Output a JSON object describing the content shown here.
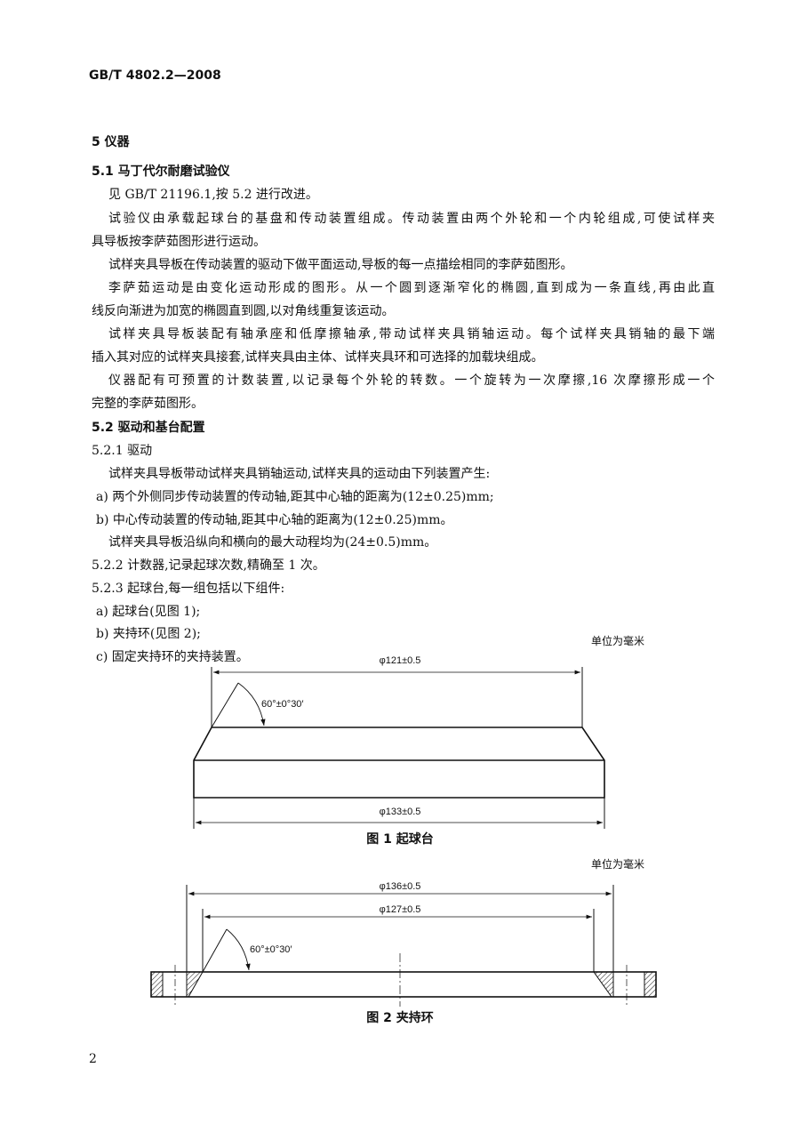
{
  "header": "GB/T 4802.2—2008",
  "section5": "5  仪器",
  "s51": "5.1  马丁代尔耐磨试验仪",
  "p1": "见 GB/T 21196.1,按 5.2 进行改进。",
  "p2a": "试验仪由承载起球台的基盘和传动装置组成。传动装置由两个外轮和一个内轮组成,可使试样夹",
  "p2b": "具导板按李萨茹图形进行运动。",
  "p3": "试样夹具导板在传动装置的驱动下做平面运动,导板的每一点描绘相同的李萨茹图形。",
  "p4a": "李萨茹运动是由变化运动形成的图形。从一个圆到逐渐窄化的椭圆,直到成为一条直线,再由此直",
  "p4b": "线反向渐进为加宽的椭圆直到圆,以对角线重复该运动。",
  "p5a": "试样夹具导板装配有轴承座和低摩擦轴承,带动试样夹具销轴运动。每个试样夹具销轴的最下端",
  "p5b": "插入其对应的试样夹具接套,试样夹具由主体、试样夹具环和可选择的加载块组成。",
  "p6a": "仪器配有可预置的计数装置,以记录每个外轮的转数。一个旋转为一次摩擦,16 次摩擦形成一个",
  "p6b": "完整的李萨茹图形。",
  "s52": "5.2  驱动和基台配置",
  "s521": "5.2.1  驱动",
  "p7": "试样夹具导板带动试样夹具销轴运动,试样夹具的运动由下列装置产生:",
  "p7a": "a)  两个外侧同步传动装置的传动轴,距其中心轴的距离为(12±0.25)mm;",
  "p7b": "b)  中心传动装置的传动轴,距其中心轴的距离为(12±0.25)mm。",
  "p8": "试样夹具导板沿纵向和横向的最大动程均为(24±0.5)mm。",
  "s522": "5.2.2  计数器,记录起球次数,精确至 1 次。",
  "s523": "5.2.3  起球台,每一组包括以下组件:",
  "list": [
    "a)  起球台(见图 1);",
    "b)  夹持环(见图 2);",
    "c)  固定夹持环的夹持装置。"
  ],
  "fig1": {
    "unit": "单位为毫米",
    "dim_top": "φ121±0.5",
    "angle": "60°±0°30′",
    "dim_bottom": "φ133±0.5",
    "caption": "图 1   起球台"
  },
  "fig2": {
    "unit": "单位为毫米",
    "dim_outer": "φ136±0.5",
    "dim_inner": "φ127±0.5",
    "angle": "60°±0°30′",
    "caption": "图 2   夹持环"
  },
  "page_number": "2"
}
